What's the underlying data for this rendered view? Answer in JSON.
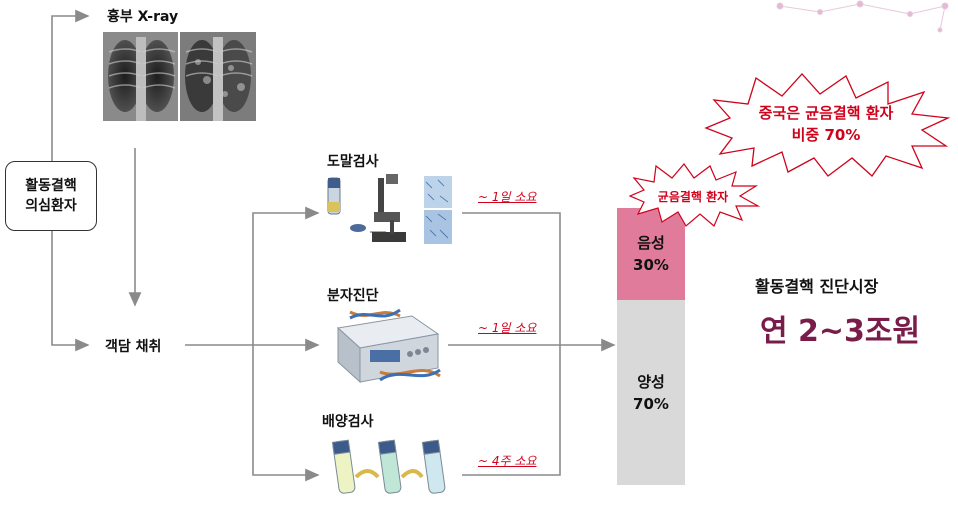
{
  "suspect": {
    "line1": "활동결핵",
    "line2": "의심환자"
  },
  "xray": {
    "label": "흉부 X-ray"
  },
  "sputum": {
    "label": "객담 채취"
  },
  "tests": [
    {
      "label": "도말검사",
      "duration": "~ 1일 소요"
    },
    {
      "label": "분자진단",
      "duration": "~ 1일 소요"
    },
    {
      "label": "배양검사",
      "duration": "~ 4주 소요"
    }
  ],
  "bar": {
    "negative": {
      "label": "음성",
      "value": "30%"
    },
    "positive": {
      "label": "양성",
      "value": "70%"
    }
  },
  "burst_small": {
    "text": "균음결핵 환자"
  },
  "burst_big": {
    "line1": "중국은 균음결핵 환자",
    "line2": "비중 70%"
  },
  "market": {
    "title": "활동결핵 진단시장",
    "value": "연 2~3조원"
  },
  "colors": {
    "negative": "#e07b9c",
    "positive": "#d9d9d9",
    "accent": "#d0021b",
    "market": "#7a1c4a"
  }
}
